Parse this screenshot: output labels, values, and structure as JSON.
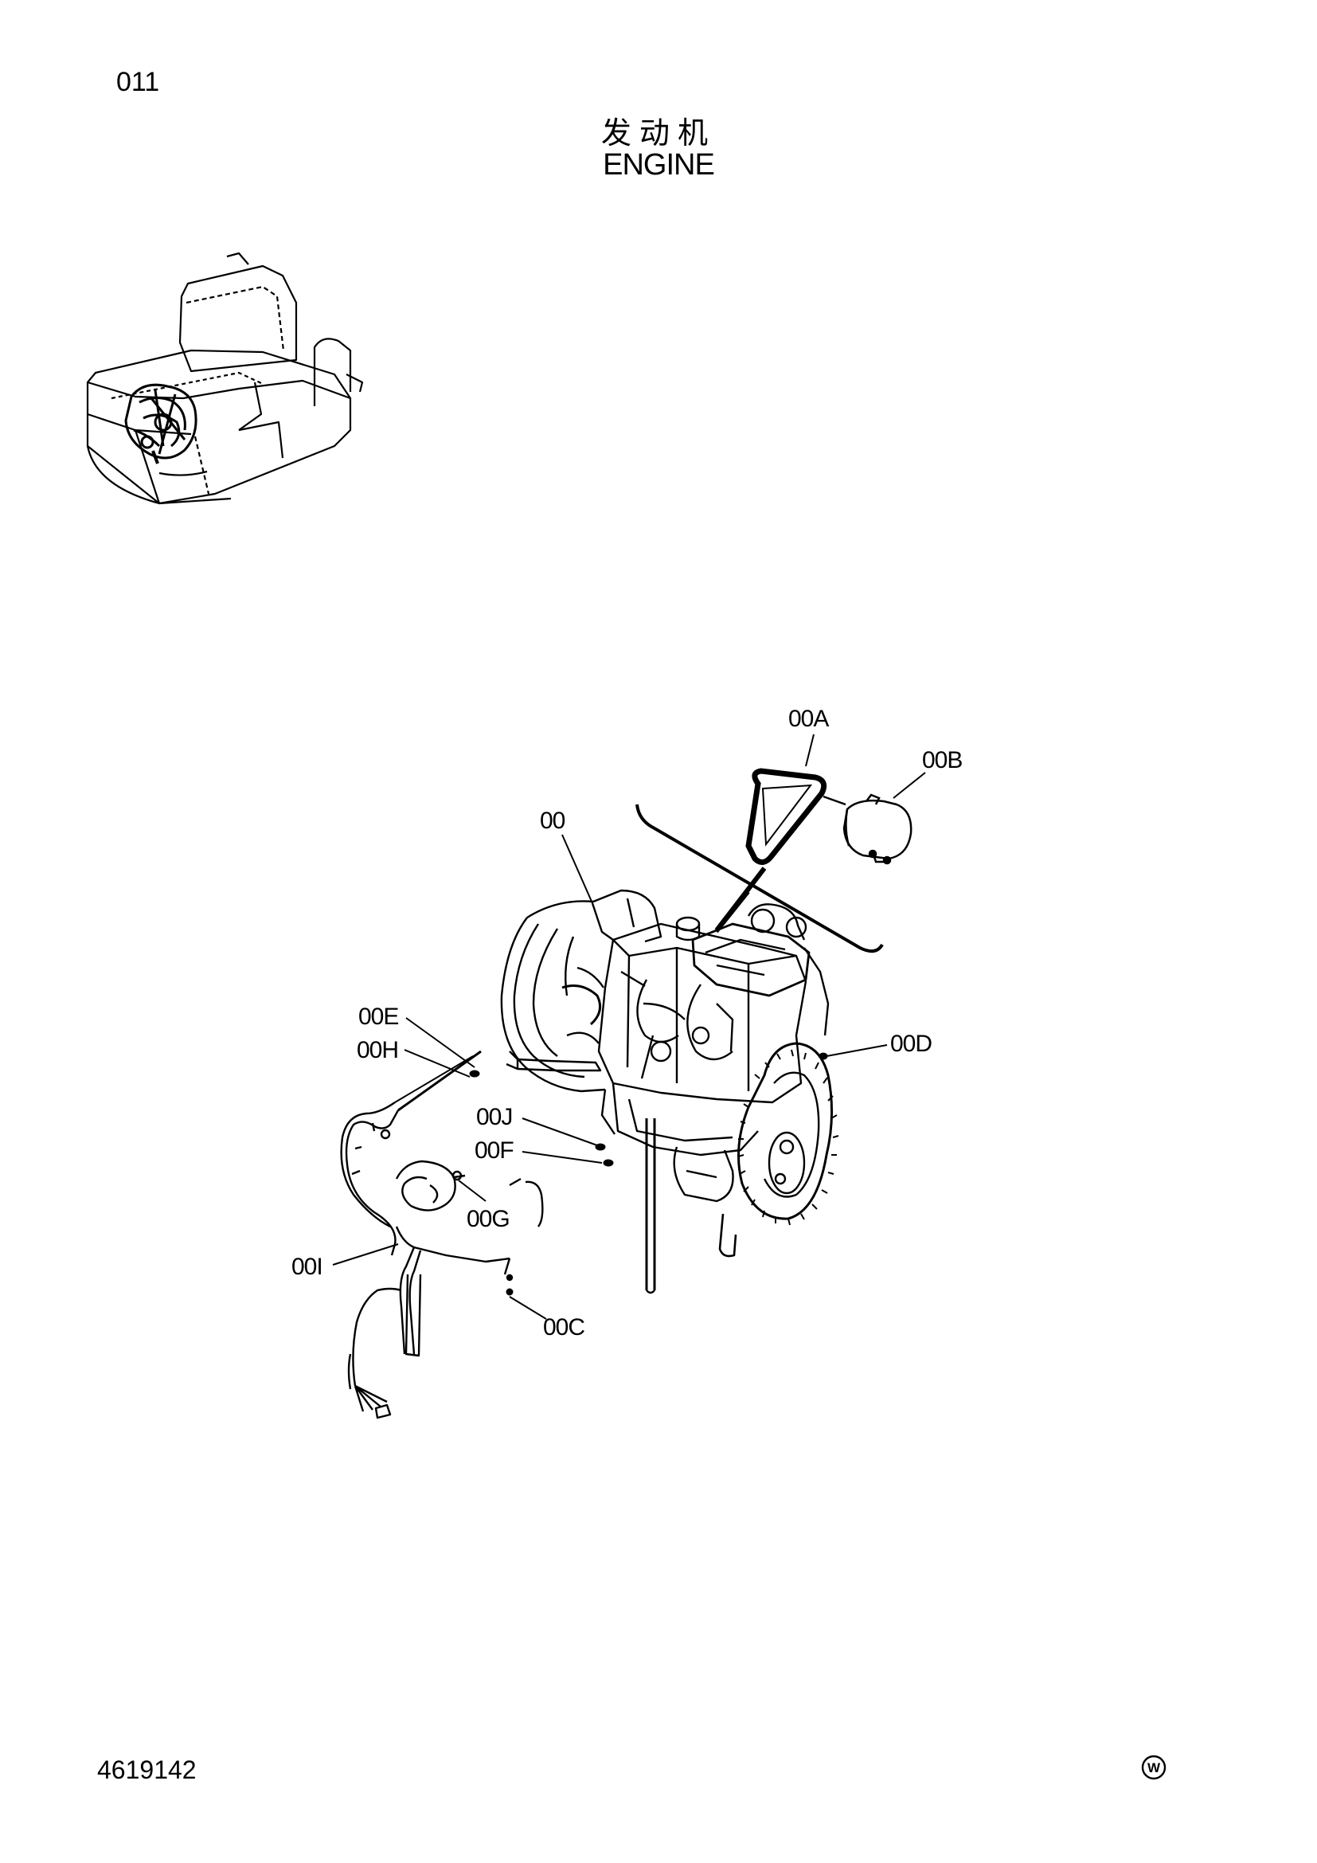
{
  "header": {
    "page_number": "011",
    "title_cn": "发动机",
    "title_en": "ENGINE"
  },
  "footer": {
    "doc_number": "4619142",
    "mark_letter": "W"
  },
  "callouts": {
    "c00": "00",
    "c00A": "00A",
    "c00B": "00B",
    "c00C": "00C",
    "c00D": "00D",
    "c00E": "00E",
    "c00F": "00F",
    "c00G": "00G",
    "c00H": "00H",
    "c00I": "00I",
    "c00J": "00J"
  },
  "icons": {
    "machine_thumbnail": "excavator-thumbnail-icon",
    "engine_assembly": "engine-assembly-drawing",
    "belt": "drive-belt-icon",
    "alternator": "alternator-icon",
    "harness": "wire-harness-icon"
  }
}
